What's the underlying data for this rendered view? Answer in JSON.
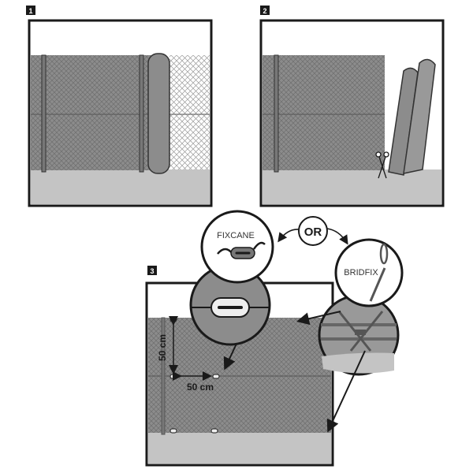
{
  "steps": [
    {
      "number": "1"
    },
    {
      "number": "2"
    },
    {
      "number": "3"
    }
  ],
  "callouts": {
    "fixcane_label": "FIXCANE",
    "or_label": "OR",
    "bridfix_label": "BRIDFIX"
  },
  "measurements": {
    "vertical_spacing": "50 cm",
    "horizontal_spacing": "50 cm"
  },
  "colors": {
    "fence": "#8c8c8c",
    "ground": "#c4c4c4",
    "outline": "#1a1a1a",
    "mesh_light": "#d8d8d8"
  }
}
